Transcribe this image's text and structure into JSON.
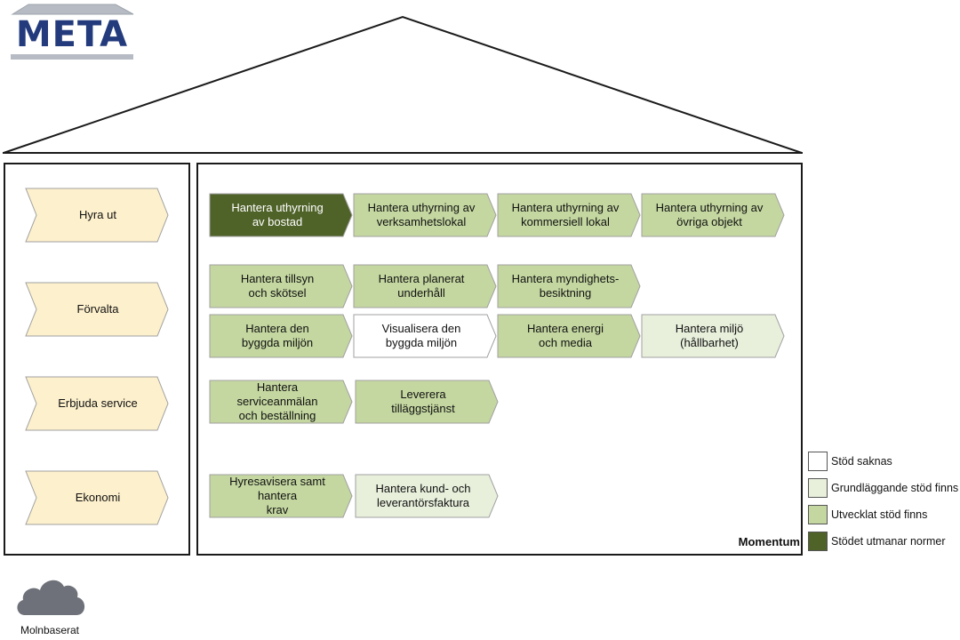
{
  "logo": {
    "text": "META"
  },
  "colors": {
    "none": "#ffffff",
    "basic": "#e8f0dc",
    "developed": "#c4d7a0",
    "challenges": "#4f6228",
    "process": "#fdf0cc",
    "stroke": "#a0a0a0"
  },
  "processes": [
    {
      "id": "hyra-ut",
      "label": "Hyra ut"
    },
    {
      "id": "forvalta",
      "label": "Förvalta"
    },
    {
      "id": "erbjuda-service",
      "label": "Erbjuda service"
    },
    {
      "id": "ekonomi",
      "label": "Ekonomi"
    }
  ],
  "activities": [
    {
      "id": "uthyrning-bostad",
      "label": "Hantera uthyrning\nav bostad",
      "level": "challenges"
    },
    {
      "id": "uthyrning-verksamhetslokal",
      "label": "Hantera uthyrning av\nverksamhetslokal",
      "level": "developed"
    },
    {
      "id": "uthyrning-kommersiell",
      "label": "Hantera uthyrning av\nkommersiell lokal",
      "level": "developed"
    },
    {
      "id": "uthyrning-ovriga",
      "label": "Hantera uthyrning av\növriga objekt",
      "level": "developed"
    },
    {
      "id": "tillsyn-skotsel",
      "label": "Hantera tillsyn\noch skötsel",
      "level": "developed"
    },
    {
      "id": "planerat-underhall",
      "label": "Hantera planerat\nunderhåll",
      "level": "developed"
    },
    {
      "id": "myndighetsbesiktning",
      "label": "Hantera myndighets-\nbesiktning",
      "level": "developed"
    },
    {
      "id": "byggda-miljon",
      "label": "Hantera den\nbyggda miljön",
      "level": "developed"
    },
    {
      "id": "visualisera",
      "label": "Visualisera den\nbyggda miljön",
      "level": "none"
    },
    {
      "id": "energi-media",
      "label": "Hantera energi\noch media",
      "level": "developed"
    },
    {
      "id": "miljo",
      "label": "Hantera miljö\n(hållbarhet)",
      "level": "basic"
    },
    {
      "id": "serviceanmalan",
      "label": "Hantera serviceanmälan\noch beställning",
      "level": "developed"
    },
    {
      "id": "tillaggstjanst",
      "label": "Leverera\ntilläggstjänst",
      "level": "developed"
    },
    {
      "id": "hyresavisera",
      "label": "Hyresavisera samt hantera\nkrav",
      "level": "developed"
    },
    {
      "id": "kund-leverantorsfaktura",
      "label": "Hantera kund- och\nleverantörsfaktura",
      "level": "basic"
    }
  ],
  "system_label": "Momentum",
  "legend": [
    {
      "label": "Stöd saknas",
      "level": "none"
    },
    {
      "label": "Grundläggande stöd finns",
      "level": "basic"
    },
    {
      "label": "Utvecklat stöd finns",
      "level": "developed"
    },
    {
      "label": "Stödet utmanar normer",
      "level": "challenges"
    }
  ],
  "cloud": {
    "label": "Molnbaserat"
  }
}
